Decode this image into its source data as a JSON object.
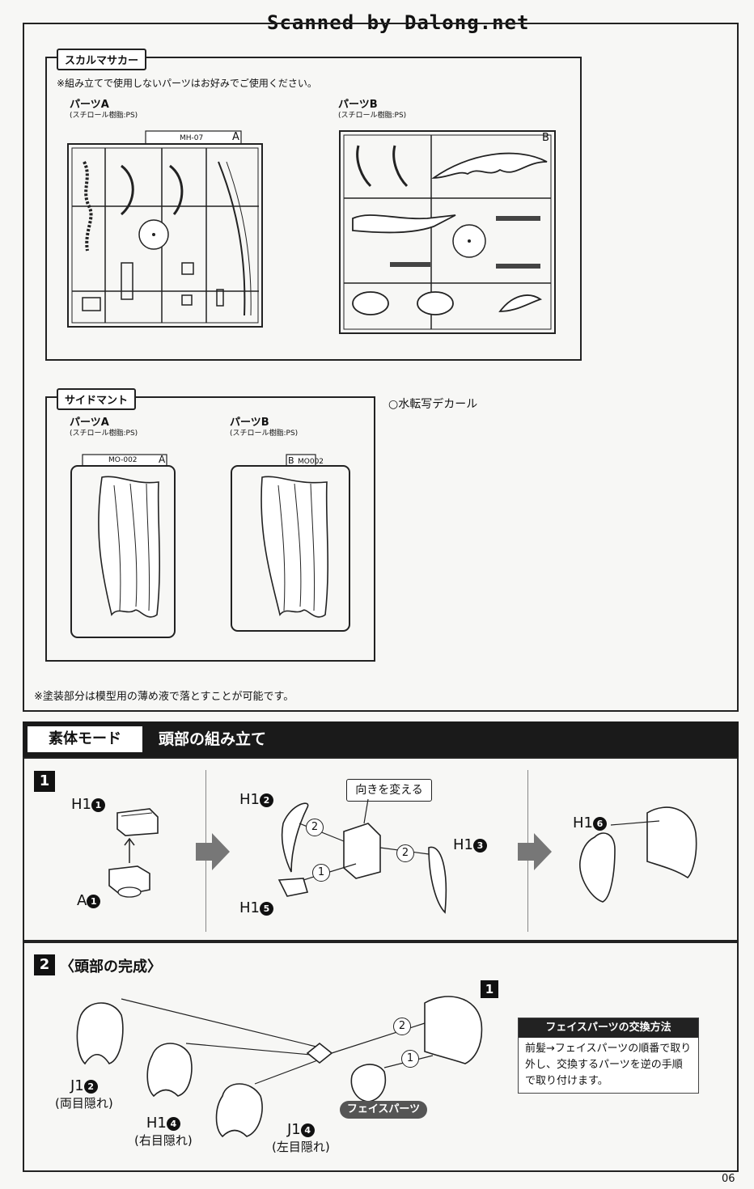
{
  "watermark": "Scanned by Dalong.net",
  "page_number": "06",
  "parts_section": {
    "skull": {
      "tag": "スカルマサカー",
      "note": "※組み立てで使用しないパーツはお好みでご使用ください。",
      "runner_a": {
        "title": "パーツA",
        "material": "(スチロール樹脂:PS)",
        "code": "MH-07",
        "letter": "A"
      },
      "runner_b": {
        "title": "パーツB",
        "material": "(スチロール樹脂:PS)",
        "letter": "B"
      }
    },
    "mantle": {
      "tag": "サイドマント",
      "runner_a": {
        "title": "パーツA",
        "material": "(スチロール樹脂:PS)",
        "code": "MO-002",
        "letter": "A"
      },
      "runner_b": {
        "title": "パーツB",
        "material": "(スチロール樹脂:PS)",
        "code": "MO002",
        "letter": "B"
      }
    },
    "decal": "○水転写デカール",
    "paint_note": "※塗装部分は模型用の薄め液で落とすことが可能です。"
  },
  "section_header": {
    "mode": "素体モード",
    "title": "頭部の組み立て"
  },
  "step1": {
    "number": "1",
    "callout": "向きを変える",
    "labels": {
      "h1_1": "H1",
      "h1_1_n": "1",
      "a_1": "A",
      "a_1_n": "1",
      "h1_2": "H1",
      "h1_2_n": "2",
      "h1_3": "H1",
      "h1_3_n": "3",
      "h1_5": "H1",
      "h1_5_n": "5",
      "h1_6": "H1",
      "h1_6_n": "6"
    },
    "order_marks": [
      "1",
      "2",
      "2"
    ]
  },
  "step2": {
    "number": "2",
    "title": "〈頭部の完成〉",
    "result_badge": "1",
    "order_marks": [
      "2",
      "1"
    ],
    "face_parts": "フェイスパーツ",
    "options": [
      {
        "code": "J1",
        "n": "2",
        "desc": "(両目隠れ)"
      },
      {
        "code": "H1",
        "n": "4",
        "desc": "(右目隠れ)"
      },
      {
        "code": "J1",
        "n": "4",
        "desc": "(左目隠れ)"
      }
    ],
    "info": {
      "title": "フェイスパーツの交換方法",
      "body": "前髪→フェイスパーツの順番で取り外し、交換するパーツを逆の手順で取り付けます。"
    }
  }
}
